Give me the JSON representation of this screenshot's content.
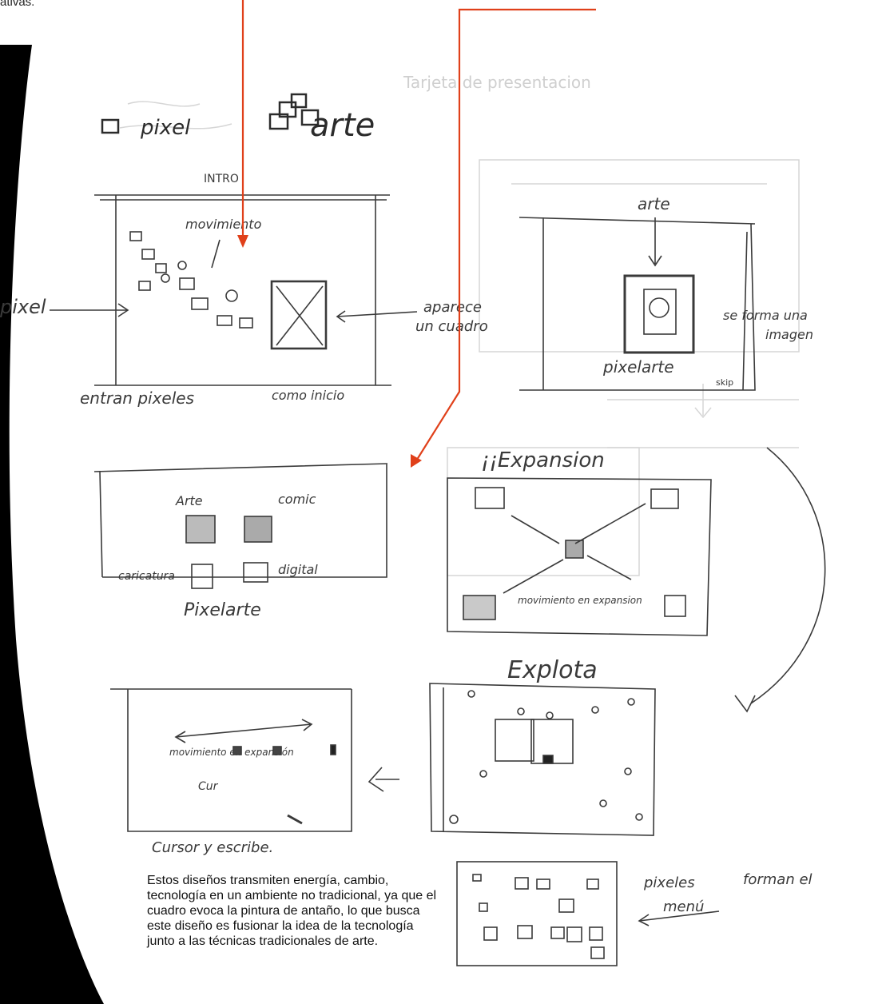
{
  "header_fragment": "ativas.",
  "sketch_labels": {
    "logo_pixel": "pixel",
    "logo_arte": "arte",
    "intro": "INTRO",
    "movimiento": "movimiento",
    "pixel_left": "pixel",
    "aparece": "aparece",
    "un_cuadro": "un cuadro",
    "entran_pixeles": "entran pixeles",
    "como_inicio": "como inicio",
    "arte_top": "arte",
    "se_forma_una": "se forma una",
    "imagen": "imagen",
    "pixelarte_1": "pixelarte",
    "skip": "skip",
    "expansion": "¡¡Expansion",
    "arte_p3": "Arte",
    "comic": "comic",
    "caricatura": "caricatura",
    "digital": "digital",
    "pixelarte_2": "Pixelarte",
    "movimiento_expansion": "movimiento en expansion",
    "explota": "Explota",
    "movimiento_en_expansion": "movimiento en expansión",
    "cur": "Cur",
    "cursor_y_escribe": "Cursor y escribe.",
    "pixeles": "pixeles",
    "forman_el": "forman el",
    "menu": "menú"
  },
  "caption": "Estos diseños transmiten energía, cambio, tecnología en un ambiente no tradicional, ya que el cuadro evoca la pintura de antaño, lo que busca este diseño es fusionar la idea de la tecnología junto a las técnicas tradicionales de arte.",
  "colors": {
    "arrow_accent": "#e0401a",
    "pencil": "#3a3a3a",
    "faint_pencil": "#c8c8c8",
    "page_shadow": "#000000"
  }
}
